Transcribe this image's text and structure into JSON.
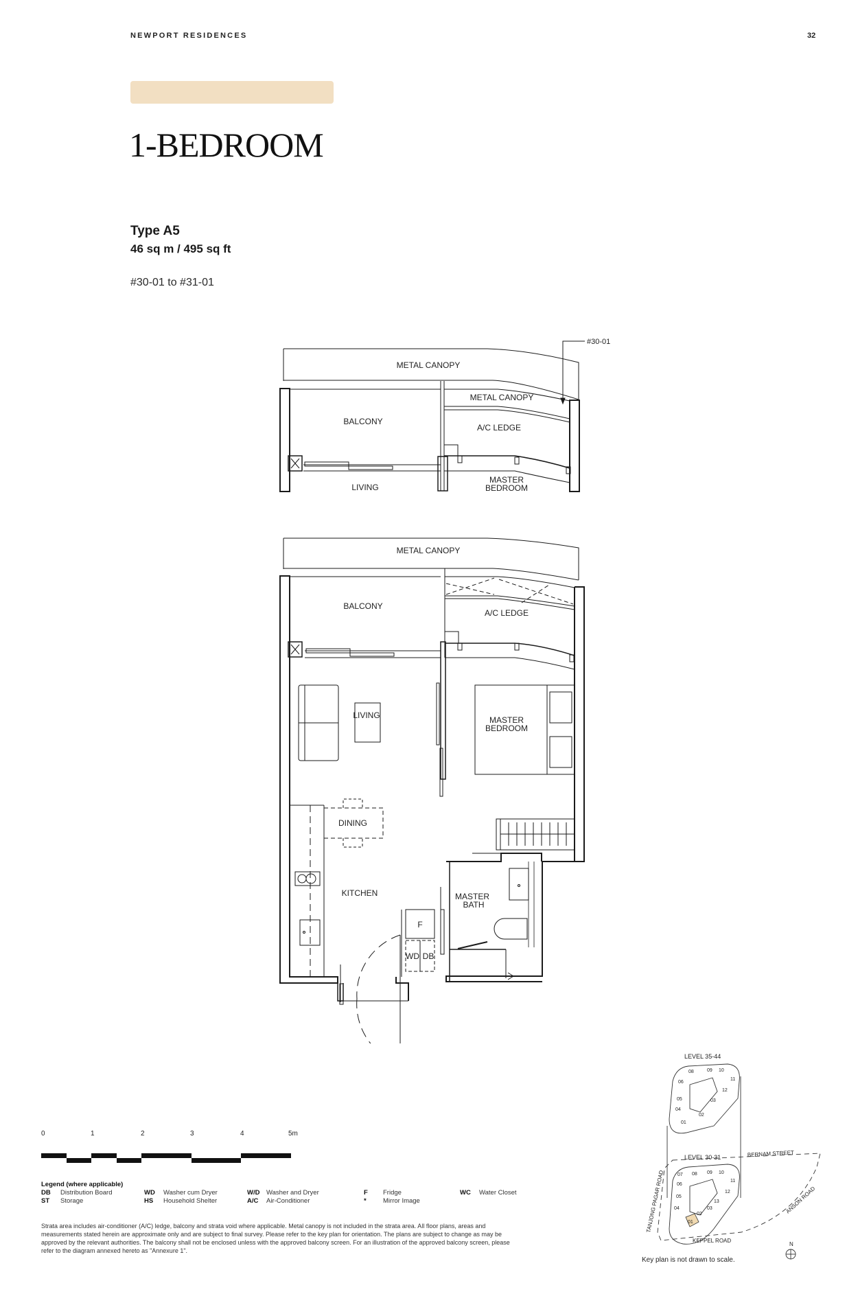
{
  "header": {
    "brand": "NEWPORT RESIDENCES",
    "page_number": "32"
  },
  "colors": {
    "accent_bar": "#f2dfc2",
    "highlight_unit": "#f0d9b0",
    "line": "#1a1a1a"
  },
  "title": "1-BEDROOM",
  "unit_type": {
    "name": "Type A5",
    "area": "46 sq m / 495 sq ft",
    "units": "#30-01 to #31-01"
  },
  "upper_plan": {
    "callout": "#30-01",
    "labels": {
      "metal_canopy_top": "METAL CANOPY",
      "metal_canopy_side": "METAL CANOPY",
      "balcony": "BALCONY",
      "ac_ledge": "A/C LEDGE",
      "living": "LIVING",
      "master_bedroom_1": "MASTER",
      "master_bedroom_2": "BEDROOM"
    }
  },
  "main_plan": {
    "labels": {
      "metal_canopy": "METAL CANOPY",
      "balcony": "BALCONY",
      "ac_ledge": "A/C LEDGE",
      "living": "LIVING",
      "master_bedroom_1": "MASTER",
      "master_bedroom_2": "BEDROOM",
      "dining": "DINING",
      "kitchen": "KITCHEN",
      "master_bath_1": "MASTER",
      "master_bath_2": "BATH",
      "fridge": "F",
      "washer_dryer": "WD",
      "distribution_board": "DB"
    }
  },
  "scale_bar": {
    "ticks": [
      "0",
      "1",
      "2",
      "3",
      "4",
      "5m"
    ]
  },
  "legend": {
    "title": "Legend (where applicable)",
    "items": [
      {
        "code": "DB",
        "label": "Distribution Board"
      },
      {
        "code": "WD",
        "label": "Washer cum Dryer"
      },
      {
        "code": "W/D",
        "label": "Washer and Dryer"
      },
      {
        "code": "F",
        "label": "Fridge"
      },
      {
        "code": "WC",
        "label": "Water Closet"
      },
      {
        "code": "ST",
        "label": "Storage"
      },
      {
        "code": "HS",
        "label": "Household Shelter"
      },
      {
        "code": "A/C",
        "label": "Air-Conditioner"
      },
      {
        "code": "*",
        "label": "Mirror Image"
      }
    ]
  },
  "disclaimer": "Strata area includes air-conditioner (A/C) ledge, balcony and strata void where applicable. Metal canopy is not included in the strata area. All floor plans, areas and measurements stated herein are approximate only and are subject to final survey. Please refer to the key plan for orientation. The plans are subject to change as may be approved by the relevant authorities. The balcony shall not be enclosed unless with the approved balcony screen. For an illustration of the approved balcony screen, please refer to the diagram annexed hereto as \"Annexure 1\".",
  "key_plan": {
    "level_upper": "LEVEL 35-44",
    "level_lower": "LEVEL 30-31",
    "upper_units": [
      "01",
      "02",
      "03",
      "04",
      "05",
      "06",
      "08",
      "09",
      "10",
      "11",
      "12"
    ],
    "lower_units": [
      "01",
      "02",
      "03",
      "04",
      "05",
      "06",
      "07",
      "08",
      "09",
      "10",
      "11",
      "12",
      "13"
    ],
    "highlighted_unit": "01",
    "roads": {
      "north": "BERNAM STREET",
      "west": "TANJONG PAGAR ROAD",
      "east": "ANSON ROAD",
      "south": "KEPPEL ROAD"
    },
    "north_label": "N",
    "note": "Key plan is not drawn to scale."
  }
}
